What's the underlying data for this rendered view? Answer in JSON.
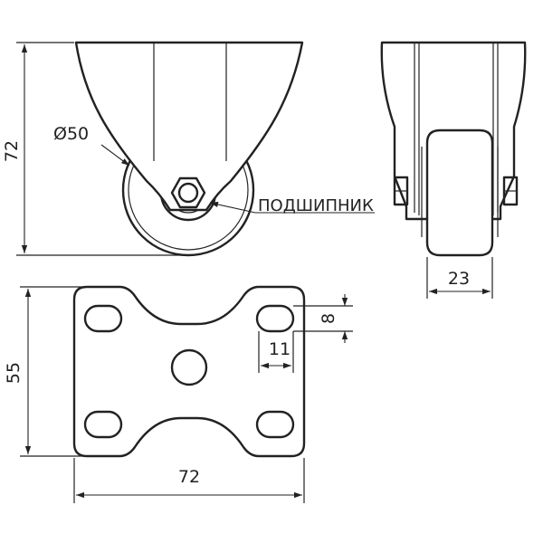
{
  "labels": {
    "height_total": "72",
    "wheel_diameter": "Ø50",
    "bearing": "ПОДШИПНИК",
    "wheel_width": "23",
    "slot_width": "8",
    "slot_length": "11",
    "plate_height": "55",
    "plate_width": "72"
  },
  "colors": {
    "line": "#222222",
    "background": "#ffffff"
  }
}
